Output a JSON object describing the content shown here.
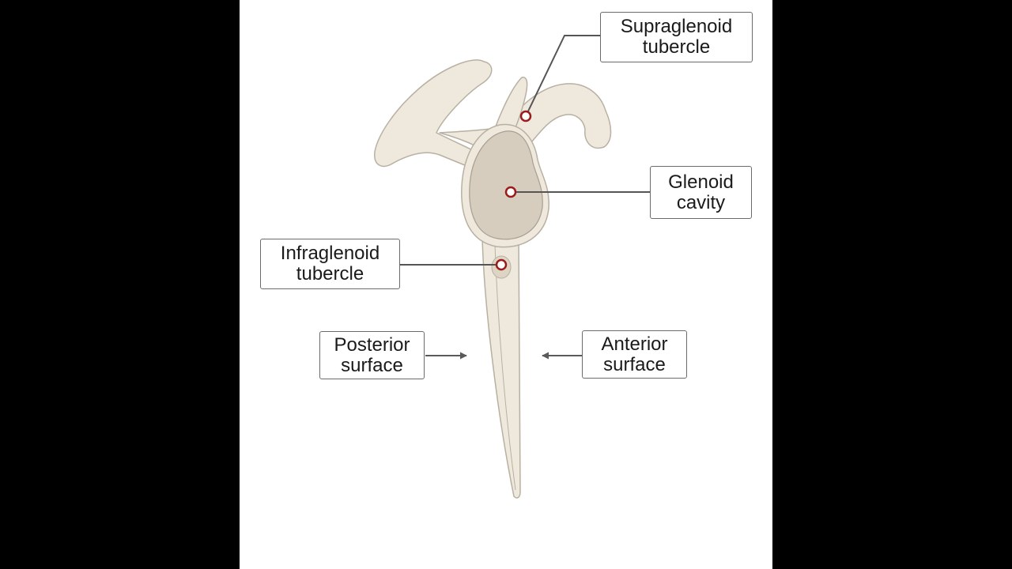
{
  "colors": {
    "bone_fill": "#efe8dc",
    "bone_stroke": "#b8b0a2",
    "bone_shadow": "#ddd4c4",
    "cavity_fill": "#d6cdbf",
    "cavity_stroke": "#a89f90",
    "marker_stroke": "#9b1b1b",
    "leader_line": "#555555",
    "arrow": "#5a5a5a"
  },
  "labels": {
    "supraglenoid": {
      "line1": "Supraglenoid",
      "line2": "tubercle"
    },
    "glenoid": {
      "line1": "Glenoid",
      "line2": "cavity"
    },
    "infraglenoid": {
      "line1": "Infraglenoid",
      "line2": "tubercle"
    },
    "posterior": {
      "line1": "Posterior",
      "line2": "surface"
    },
    "anterior": {
      "line1": "Anterior",
      "line2": "surface"
    }
  }
}
